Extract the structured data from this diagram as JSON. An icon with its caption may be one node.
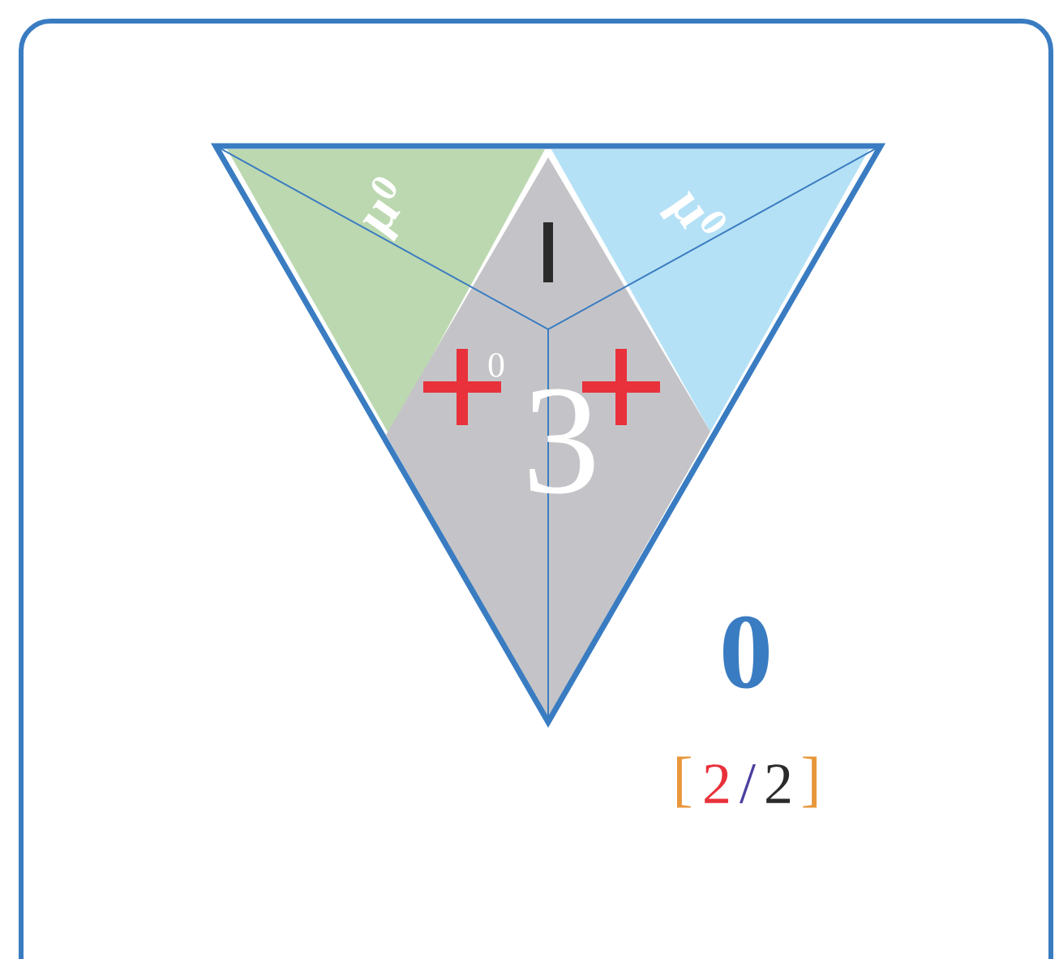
{
  "diagram": {
    "labels": [
      "μ$^{0}$",
      "μ$^{0}$",
      "0",
      "3",
      "0",
      "[",
      "2",
      "/",
      "2",
      "]"
    ]
  }
}
